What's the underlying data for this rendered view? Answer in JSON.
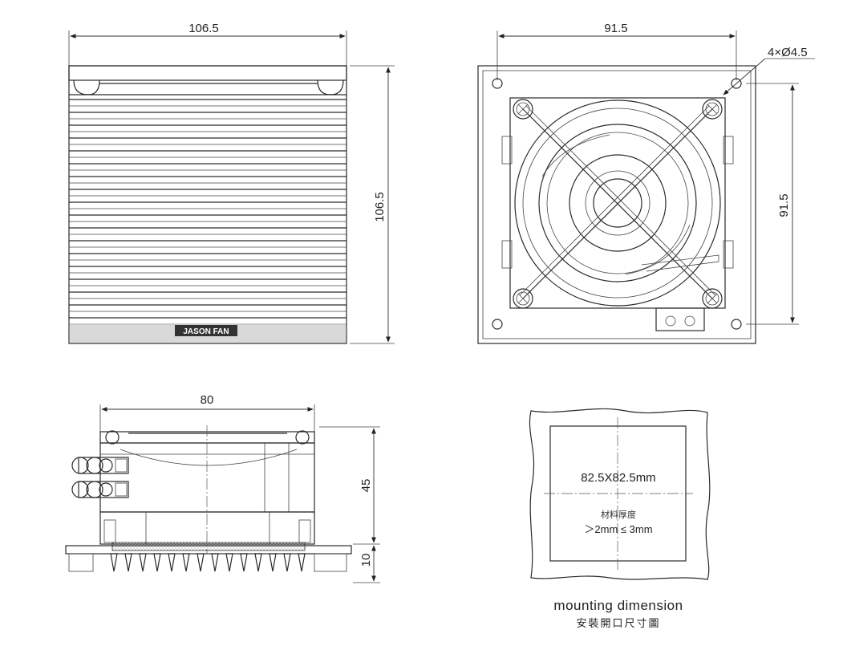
{
  "front_view": {
    "width_label": "106.5",
    "height_label": "106.5",
    "brand": "JASON FAN"
  },
  "back_view": {
    "width_label": "91.5",
    "height_label": "91.5",
    "holes_label": "4×Ø4.5"
  },
  "side_view": {
    "width_label": "80",
    "height_label": "45",
    "base_label": "10"
  },
  "cutout": {
    "size_label": "82.5X82.5mm",
    "material_label": "材料厚度",
    "thickness_label": "＞2mm ≤ 3mm",
    "caption_en": "mounting dimension",
    "caption_cn": "安裝開口尺寸圖"
  },
  "colors": {
    "line": "#2a2a2a",
    "logo_bg": "#333333",
    "hatch": "#9a9a9a"
  }
}
